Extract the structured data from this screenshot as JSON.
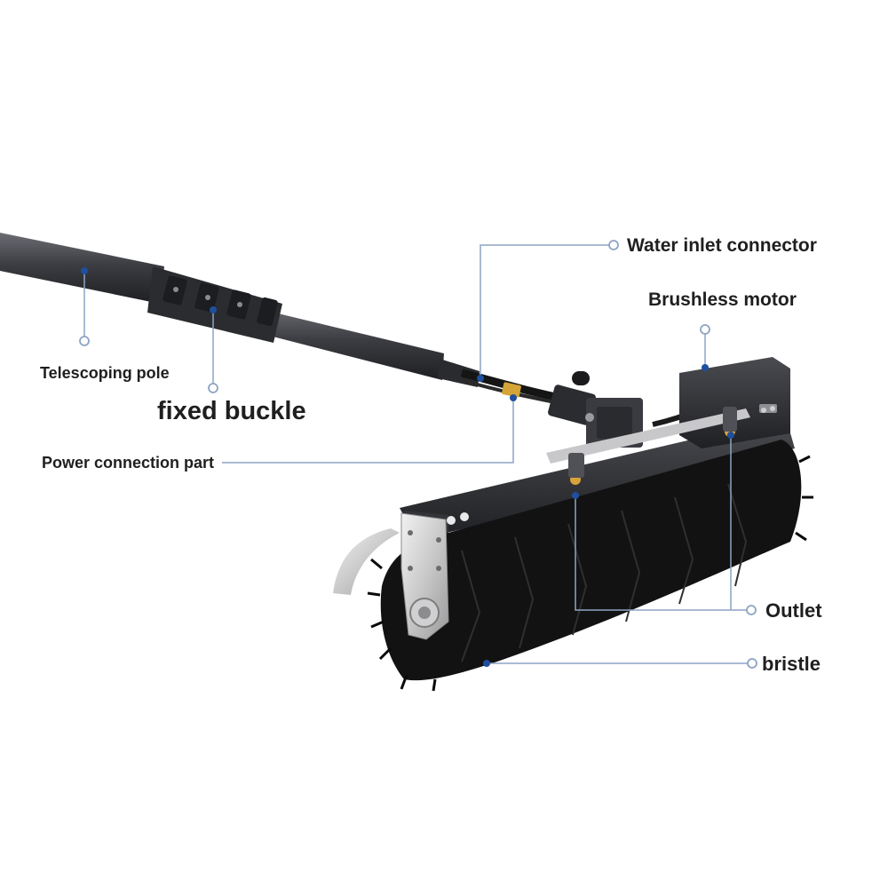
{
  "labels": {
    "water_inlet_connector": "Water inlet connector",
    "brushless_motor": "Brushless motor",
    "telescoping_pole": "Telescoping pole",
    "fixed_buckle": "fixed buckle",
    "power_connection_part": "Power connection part",
    "outlet": "Outlet",
    "bristle": "bristle"
  },
  "colors": {
    "callout_line": "#8ea4c4",
    "callout_dot": "#1f4f9e",
    "label_text": "#1f1f1f",
    "brush_metal": "#2c2d31",
    "bristle": "#121212",
    "pole": "#3a3b3f"
  }
}
